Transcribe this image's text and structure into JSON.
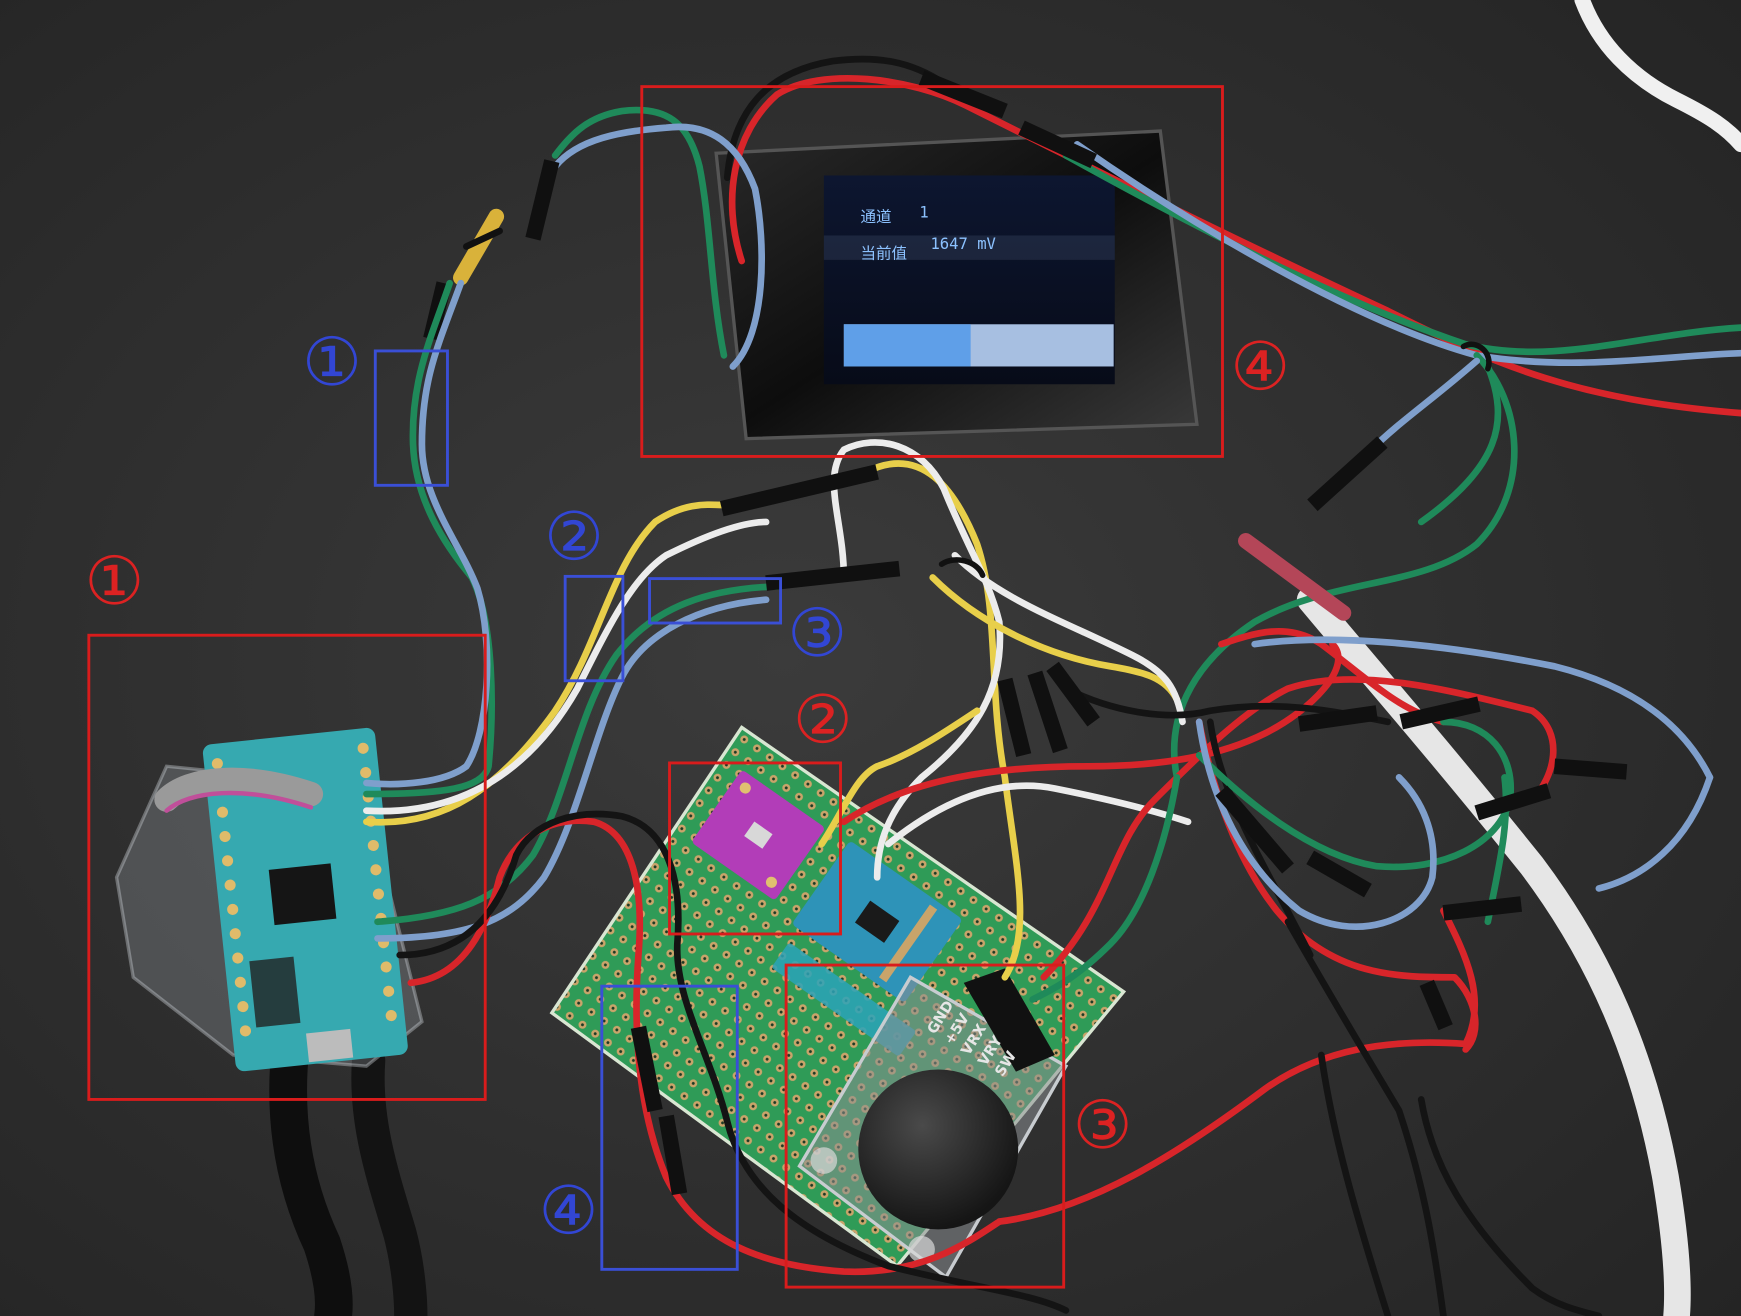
{
  "oled": {
    "channel_label": "通道",
    "channel_value": "1",
    "reading_label": "当前值",
    "reading_value": "1647 mV",
    "bar_level": 0.47
  },
  "annotations": {
    "red": [
      "①",
      "②",
      "③",
      "④"
    ],
    "blue": [
      "①",
      "②",
      "③",
      "④"
    ]
  },
  "joystick_pins": [
    "GND",
    "+5V",
    "VRX",
    "VRY",
    "SW"
  ],
  "colors": {
    "background": "#2b2b2b",
    "annotation_red": "#d91c1c",
    "annotation_blue": "#3a4fd6",
    "pcb_green": "#2f9b57",
    "board_teal": "#36a9b0",
    "oled_text": "#8cc2ff"
  }
}
